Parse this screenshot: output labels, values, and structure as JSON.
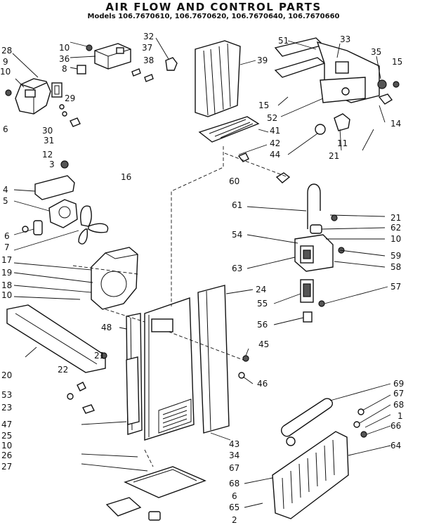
{
  "title": "AIR FLOW AND CONTROL PARTS",
  "models": "Models 106.7670610, 106.7670620, 106.7670640, 106.7670660",
  "labels": {
    "l28": "28",
    "l9": "9",
    "l10a": "10",
    "l29": "29",
    "l6a": "6",
    "l30": "30",
    "l31": "31",
    "l10b": "10",
    "l36": "36",
    "l8": "8",
    "l32": "32",
    "l37": "37",
    "l38": "38",
    "l39": "39",
    "l41": "41",
    "l42": "42",
    "l44": "44",
    "l51": "51",
    "l33": "33",
    "l35": "35",
    "l15a": "15",
    "l15b": "15",
    "l52": "52",
    "l14": "14",
    "l11": "11",
    "l21a": "21",
    "l12": "12",
    "l3": "3",
    "l16": "16",
    "l4": "4",
    "l5": "5",
    "l6b": "6",
    "l7": "7",
    "l17": "17",
    "l19": "19",
    "l18": "18",
    "l10c": "10",
    "l60": "60",
    "l61": "61",
    "l21b": "21",
    "l62": "62",
    "l54": "54",
    "l10d": "10",
    "l63": "63",
    "l59": "59",
    "l58": "58",
    "l24": "24",
    "l57": "57",
    "l55": "55",
    "l56": "56",
    "l48": "48",
    "l21c": "21",
    "l20": "20",
    "l22": "22",
    "l45": "45",
    "l46": "46",
    "l53": "53",
    "l23": "23",
    "l47": "47",
    "l25": "25",
    "l10e": "10",
    "l26": "26",
    "l27": "27",
    "l43": "43",
    "l34": "34",
    "l67a": "67",
    "l68a": "68",
    "l6c": "6",
    "l65": "65",
    "l2": "2",
    "l69": "69",
    "l67b": "67",
    "l68b": "68",
    "l1": "1",
    "l66": "66",
    "l64": "64"
  }
}
